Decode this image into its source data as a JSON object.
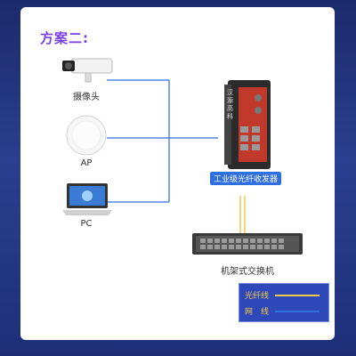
{
  "title": "方案二:",
  "devices": [
    {
      "label": "摄像头",
      "icon": "camera-icon"
    },
    {
      "label": "AP",
      "icon": "access-point-icon"
    },
    {
      "label": "PC",
      "icon": "laptop-icon"
    }
  ],
  "transceiver": {
    "label": "工业级光纤收发器",
    "brand": "汉源高科"
  },
  "switch": {
    "label": "机架式交换机"
  },
  "legend": {
    "fiber": {
      "label": "光纤线",
      "color": "#f2c84b"
    },
    "network": {
      "label": "网　线",
      "color": "#2f6fe0"
    }
  },
  "colors": {
    "accent": "#7b3fe6",
    "network_line": "#2f6fe0",
    "fiber_line": "#f2c84b"
  }
}
